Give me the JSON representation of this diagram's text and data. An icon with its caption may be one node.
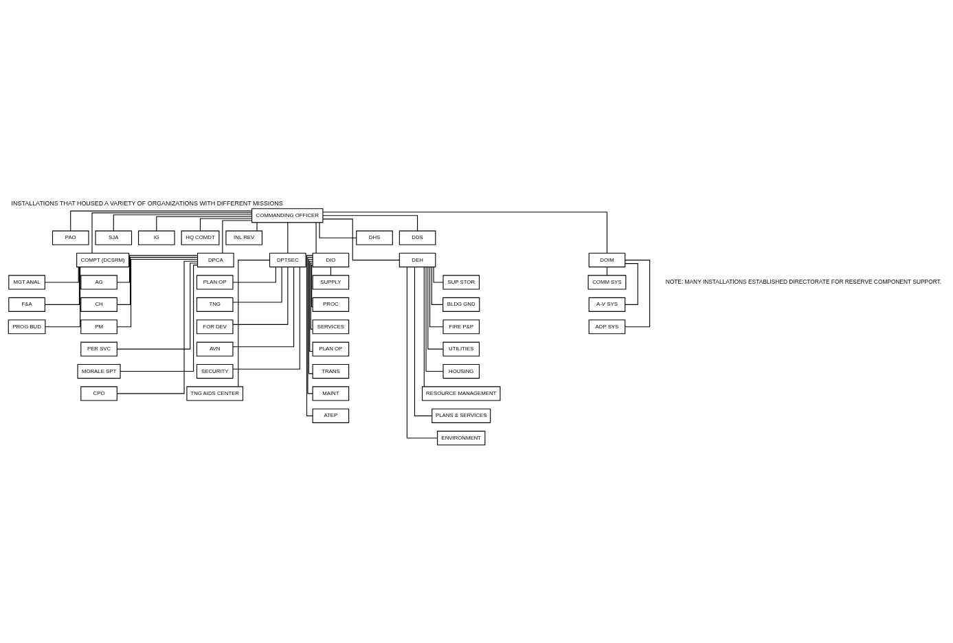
{
  "diagram": {
    "title": "INSTALLATIONS THAT HOUSED A VARIETY OF ORGANIZATIONS WITH DIFFERENT MISSIONS",
    "nodes": [
      {
        "text": [
          "COMMANDING OFFICER"
        ]
      },
      {
        "text": [
          "PAO"
        ]
      },
      {
        "text": [
          "SJA"
        ]
      },
      {
        "text": [
          "IG"
        ]
      },
      {
        "text": [
          "HQ COMDT"
        ]
      },
      {
        "text": [
          "INL REV"
        ]
      },
      {
        "text": [
          "COMPT (DCSRM)"
        ]
      },
      {
        "text": [
          "DPCA"
        ]
      },
      {
        "text": [
          "DPTSEC"
        ]
      },
      {
        "text": [
          "DIO"
        ]
      },
      {
        "text": [
          "DEH"
        ]
      },
      {
        "text": [
          "DOIM"
        ]
      },
      {
        "text": [
          "DHS"
        ]
      },
      {
        "text": [
          "DDS"
        ]
      },
      {
        "text": [
          "MGT ANAL"
        ]
      },
      {
        "text": [
          "F&A"
        ]
      },
      {
        "text": [
          "PROG BUD"
        ]
      },
      {
        "text": [
          "AG"
        ]
      },
      {
        "text": [
          "CH"
        ]
      },
      {
        "text": [
          "PM"
        ]
      },
      {
        "text": [
          "PER SVC"
        ]
      },
      {
        "text": [
          "MORALE SPT"
        ]
      },
      {
        "text": [
          "CPO"
        ]
      },
      {
        "text": [
          "PLAN OP"
        ]
      },
      {
        "text": [
          "TNG"
        ]
      },
      {
        "text": [
          "FOR DEV"
        ]
      },
      {
        "text": [
          "AVN"
        ]
      },
      {
        "text": [
          "SECURITY"
        ]
      },
      {
        "text": [
          "TNG AIDS CENTER"
        ]
      },
      {
        "text": [
          "SUPPLY"
        ]
      },
      {
        "text": [
          "PROC"
        ]
      },
      {
        "text": [
          "SERVICES"
        ]
      },
      {
        "text": [
          "PLAN OP"
        ]
      },
      {
        "text": [
          "TRANS"
        ]
      },
      {
        "text": [
          "MAINT"
        ]
      },
      {
        "text": [
          "ATEP"
        ]
      },
      {
        "text": [
          "SUP STOR"
        ]
      },
      {
        "text": [
          "BLDG GND"
        ]
      },
      {
        "text": [
          "FIRE P&P"
        ]
      },
      {
        "text": [
          "UTILITIES"
        ]
      },
      {
        "text": [
          "HOUSING"
        ]
      },
      {
        "text": [
          "RESOURCE MANAGEMENT"
        ]
      },
      {
        "text": [
          "PLANS & SERVICES"
        ]
      },
      {
        "text": [
          "ENVIRONMENT"
        ]
      },
      {
        "text": [
          "COMM SYS"
        ]
      },
      {
        "text": [
          "A-V SYS"
        ]
      },
      {
        "text": [
          "ADP SYS"
        ]
      }
    ],
    "edges": [
      {
        "from": 0,
        "to": 1,
        "arrow": "none"
      },
      {
        "from": 0,
        "to": 2,
        "arrow": "none"
      },
      {
        "from": 0,
        "to": 3,
        "arrow": "none"
      },
      {
        "from": 0,
        "to": 4,
        "arrow": "none"
      },
      {
        "from": 0,
        "to": 5,
        "arrow": "none"
      },
      {
        "from": 0,
        "to": 6,
        "arrow": "none"
      },
      {
        "from": 0,
        "to": 7,
        "arrow": "none"
      },
      {
        "from": 0,
        "to": 8,
        "arrow": "none"
      },
      {
        "from": 0,
        "to": 9,
        "arrow": "none"
      },
      {
        "from": 0,
        "to": 10,
        "arrow": "none"
      },
      {
        "from": 0,
        "to": 11,
        "arrow": "none"
      },
      {
        "from": 0,
        "to": 12,
        "arrow": "none"
      },
      {
        "from": 0,
        "to": 13,
        "arrow": "none"
      },
      {
        "from": 6,
        "to": 14,
        "arrow": "none"
      },
      {
        "from": 6,
        "to": 15,
        "arrow": "none"
      },
      {
        "from": 6,
        "to": 16,
        "arrow": "none"
      },
      {
        "from": 7,
        "to": 17,
        "arrow": "none"
      },
      {
        "from": 7,
        "to": 18,
        "arrow": "none"
      },
      {
        "from": 7,
        "to": 19,
        "arrow": "none"
      },
      {
        "from": 7,
        "to": 20,
        "arrow": "none"
      },
      {
        "from": 7,
        "to": 21,
        "arrow": "none"
      },
      {
        "from": 7,
        "to": 22,
        "arrow": "none"
      },
      {
        "from": 8,
        "to": 23,
        "arrow": "none"
      },
      {
        "from": 8,
        "to": 24,
        "arrow": "none"
      },
      {
        "from": 8,
        "to": 25,
        "arrow": "none"
      },
      {
        "from": 8,
        "to": 26,
        "arrow": "none"
      },
      {
        "from": 8,
        "to": 27,
        "arrow": "none"
      },
      {
        "from": 8,
        "to": 28,
        "arrow": "none"
      },
      {
        "from": 9,
        "to": 29,
        "arrow": "none"
      },
      {
        "from": 9,
        "to": 30,
        "arrow": "none"
      },
      {
        "from": 9,
        "to": 31,
        "arrow": "none"
      },
      {
        "from": 9,
        "to": 32,
        "arrow": "none"
      },
      {
        "from": 9,
        "to": 33,
        "arrow": "none"
      },
      {
        "from": 9,
        "to": 34,
        "arrow": "none"
      },
      {
        "from": 9,
        "to": 35,
        "arrow": "none"
      },
      {
        "from": 10,
        "to": 36,
        "arrow": "none"
      },
      {
        "from": 10,
        "to": 37,
        "arrow": "none"
      },
      {
        "from": 10,
        "to": 38,
        "arrow": "none"
      },
      {
        "from": 10,
        "to": 39,
        "arrow": "none"
      },
      {
        "from": 10,
        "to": 40,
        "arrow": "none"
      },
      {
        "from": 10,
        "to": 41,
        "arrow": "none"
      },
      {
        "from": 10,
        "to": 42,
        "arrow": "none"
      },
      {
        "from": 10,
        "to": 43,
        "arrow": "none"
      },
      {
        "from": 11,
        "to": 44,
        "arrow": "none"
      },
      {
        "from": 11,
        "to": 45,
        "arrow": "none"
      },
      {
        "from": 11,
        "to": 46,
        "arrow": "none"
      }
    ],
    "labels": [
      "NOTE: MANY INSTALLATIONS ESTABLISHED DIRECTORATE FOR RESERVE COMPONENT SUPPORT."
    ]
  }
}
